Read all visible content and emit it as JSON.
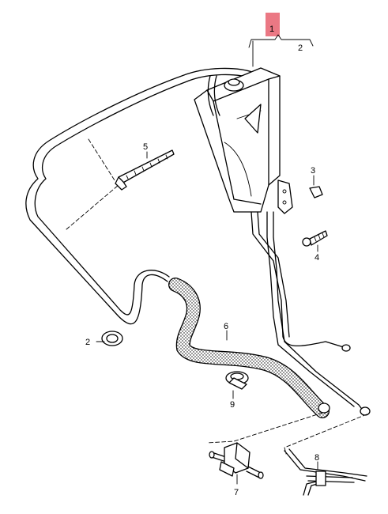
{
  "highlight_color": "#e8606e",
  "callouts": {
    "part_1": "1",
    "part_2_top": "2",
    "part_2_left": "2",
    "part_3": "3",
    "part_4": "4",
    "part_5": "5",
    "part_6": "6",
    "part_7": "7",
    "part_8": "8",
    "part_9": "9"
  }
}
